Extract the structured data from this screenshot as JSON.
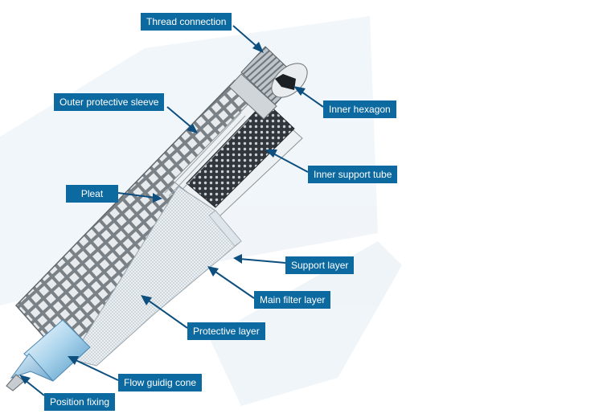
{
  "colors": {
    "label_bg": "#0d6aa0",
    "label_text": "#ffffff",
    "arrow": "#0d4f7f",
    "backdrop": "#d8e6f1"
  },
  "labels": {
    "thread_connection": "Thread connection",
    "inner_hexagon": "Inner hexagon",
    "outer_protective_sleeve": "Outer protective sleeve",
    "inner_support_tube": "Inner support tube",
    "pleat": "Pleat",
    "support_layer": "Support layer",
    "main_filter_layer": "Main filter layer",
    "protective_layer": "Protective layer",
    "flow_guiding_cone": "Flow guidig cone",
    "position_fixing": "Position fixing"
  }
}
